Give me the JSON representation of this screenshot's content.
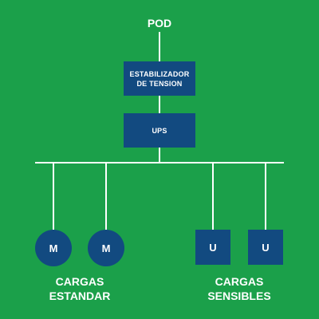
{
  "diagram": {
    "source_label": "POD",
    "stabilizer": {
      "line1": "ESTABILIZADOR",
      "line2": "DE TENSION"
    },
    "ups_label": "UPS",
    "standard_loads": {
      "label_line1": "CARGAS",
      "label_line2": "ESTANDAR",
      "nodes": [
        "M",
        "M"
      ]
    },
    "sensitive_loads": {
      "label_line1": "CARGAS",
      "label_line2": "SENSIBLES",
      "nodes": [
        "U",
        "U"
      ]
    }
  },
  "colors": {
    "background": "#1ba04a",
    "box": "#124a80",
    "line": "#ffffff",
    "text": "#ffffff"
  }
}
